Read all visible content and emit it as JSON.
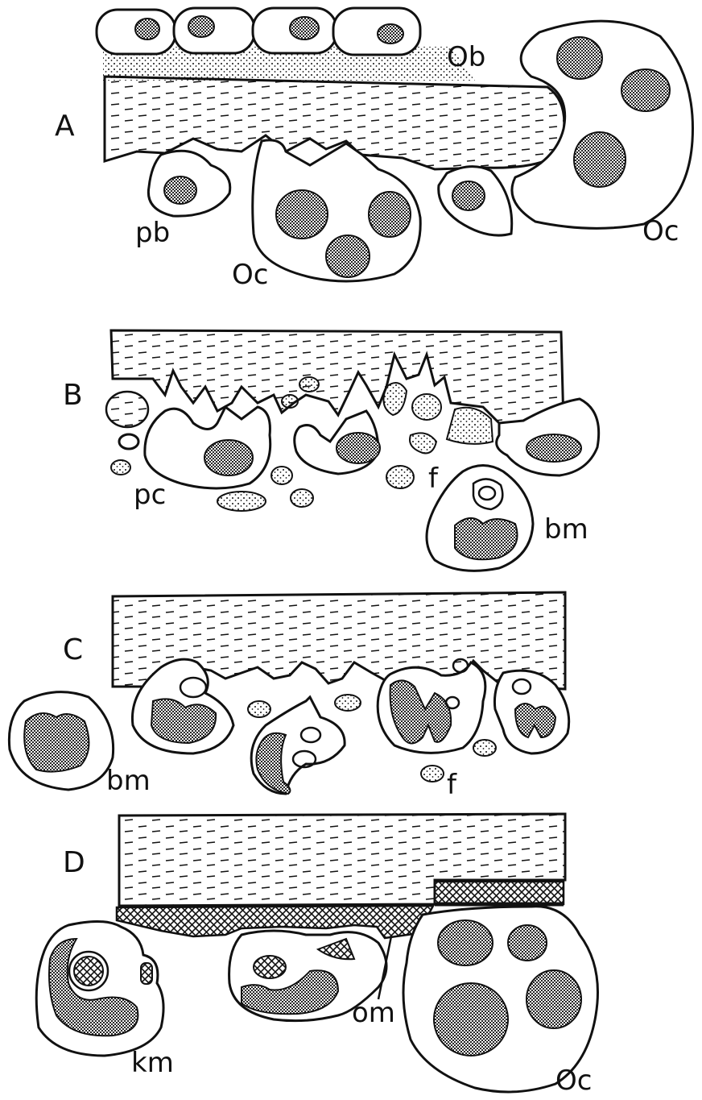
{
  "panels": {
    "A": {
      "letter": "A",
      "labels": {
        "ob": "Ob",
        "pb": "pb",
        "oc_left": "Oc",
        "oc_right": "Oc"
      }
    },
    "B": {
      "letter": "B",
      "labels": {
        "pc": "pc",
        "f": "f",
        "bm": "bm"
      }
    },
    "C": {
      "letter": "C",
      "labels": {
        "bm": "bm",
        "f": "f"
      }
    },
    "D": {
      "letter": "D",
      "labels": {
        "km": "km",
        "om": "om",
        "oc": "Oc"
      }
    }
  },
  "colors": {
    "ink": "#111111",
    "paper": "#ffffff"
  }
}
